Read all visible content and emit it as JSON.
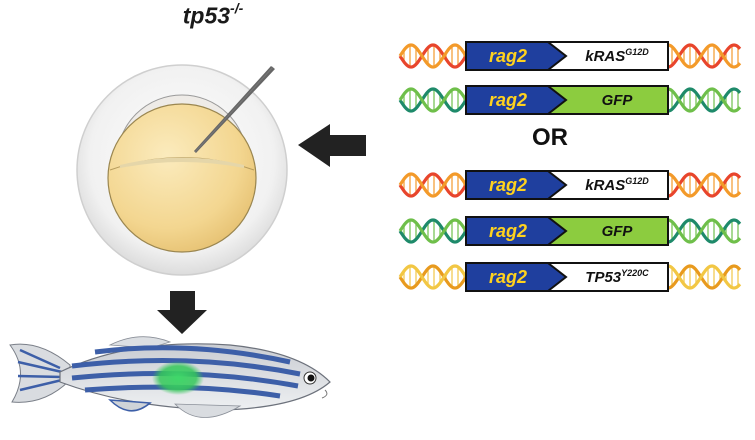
{
  "genotype": {
    "base": "tp53",
    "superscript": "-/-"
  },
  "separator": "OR",
  "constructs": [
    {
      "promoter": "rag2",
      "gene": "kRAS",
      "gene_sup": "G12D",
      "gene_fill": "#ffffff",
      "dna_colors": [
        "#e8452c",
        "#f39a2a"
      ]
    },
    {
      "promoter": "rag2",
      "gene": "GFP",
      "gene_sup": "",
      "gene_fill": "#8ccc3f",
      "dna_colors": [
        "#1e8a6a",
        "#6fbf4a"
      ]
    },
    {
      "promoter": "rag2",
      "gene": "kRAS",
      "gene_sup": "G12D",
      "gene_fill": "#ffffff",
      "dna_colors": [
        "#e8452c",
        "#f39a2a"
      ]
    },
    {
      "promoter": "rag2",
      "gene": "GFP",
      "gene_sup": "",
      "gene_fill": "#8ccc3f",
      "dna_colors": [
        "#1e8a6a",
        "#6fbf4a"
      ]
    },
    {
      "promoter": "rag2",
      "gene": "TP53",
      "gene_sup": "Y220C",
      "gene_fill": "#ffffff",
      "dna_colors": [
        "#e89a1e",
        "#f2c744"
      ]
    }
  ],
  "colors": {
    "promoter": "#1f3f9e",
    "promoter_text": "#ffd21e",
    "arrow": "#222222",
    "yolk": "#f6dc98",
    "gfp_spot": "#34c759",
    "fish_stripe": "#3d5fa8"
  },
  "icons": [
    "microinjection-needle-icon",
    "zebrafish-embryo-icon",
    "zebrafish-icon",
    "dna-helix-icon"
  ]
}
